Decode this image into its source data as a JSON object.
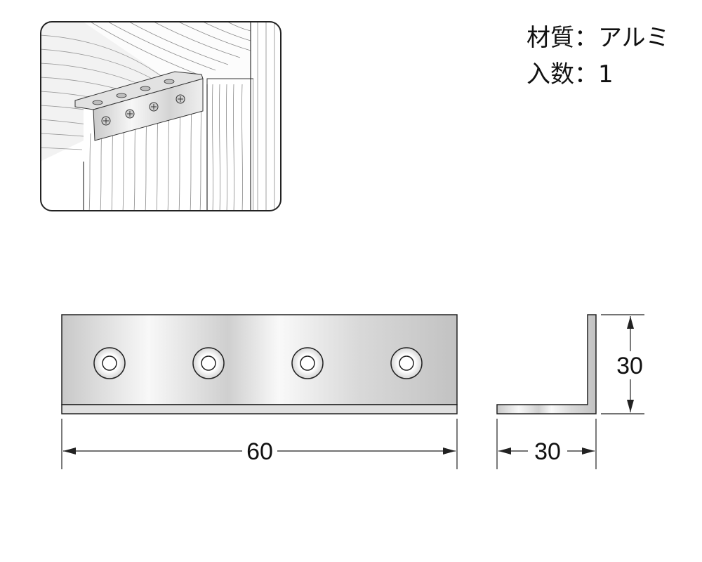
{
  "specs": {
    "material_label": "材質",
    "material_separator": "：",
    "material_value": "アルミ",
    "quantity_label": "入数",
    "quantity_separator": "：",
    "quantity_value": "1"
  },
  "dimensions": {
    "length": "60",
    "leg_width": "30",
    "leg_height": "30"
  },
  "colors": {
    "line": "#111111",
    "metal_light": "#f4f4f4",
    "metal_dark": "#b8b8b8",
    "wood_bg": "#fafafa"
  },
  "holes_count": 4
}
